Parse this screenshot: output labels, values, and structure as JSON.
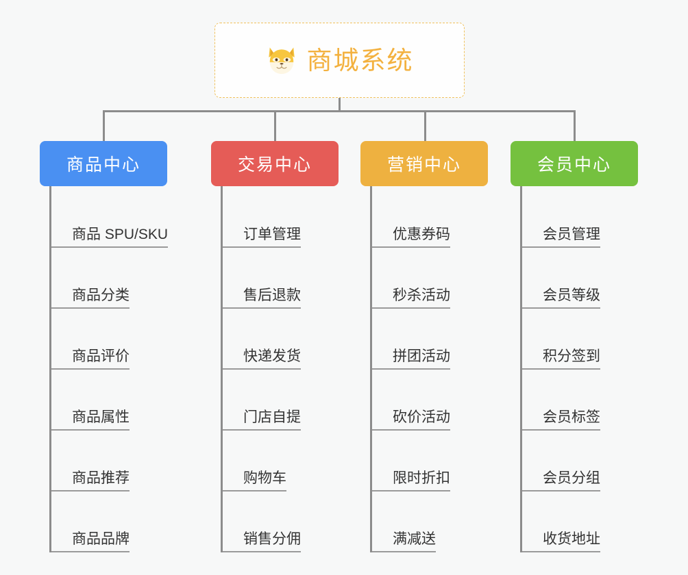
{
  "diagram": {
    "background_color": "#f7f8f8",
    "connector_color": "#8c8c8c",
    "root": {
      "title": "商城系统",
      "icon": "shiba-dog-icon",
      "text_color": "#f3b13f",
      "border_color": "#f0c15c",
      "background_color": "#fefefe"
    },
    "categories": [
      {
        "label": "商品中心",
        "color": "#4a90f2",
        "items": [
          "商品 SPU/SKU",
          "商品分类",
          "商品评价",
          "商品属性",
          "商品推荐",
          "商品品牌"
        ]
      },
      {
        "label": "交易中心",
        "color": "#e55c57",
        "items": [
          "订单管理",
          "售后退款",
          "快递发货",
          "门店自提",
          "购物车",
          "销售分佣"
        ]
      },
      {
        "label": "营销中心",
        "color": "#eeb140",
        "items": [
          "优惠券码",
          "秒杀活动",
          "拼团活动",
          "砍价活动",
          "限时折扣",
          "满减送"
        ]
      },
      {
        "label": "会员中心",
        "color": "#75c13f",
        "items": [
          "会员管理",
          "会员等级",
          "积分签到",
          "会员标签",
          "会员分组",
          "收货地址"
        ]
      }
    ]
  }
}
